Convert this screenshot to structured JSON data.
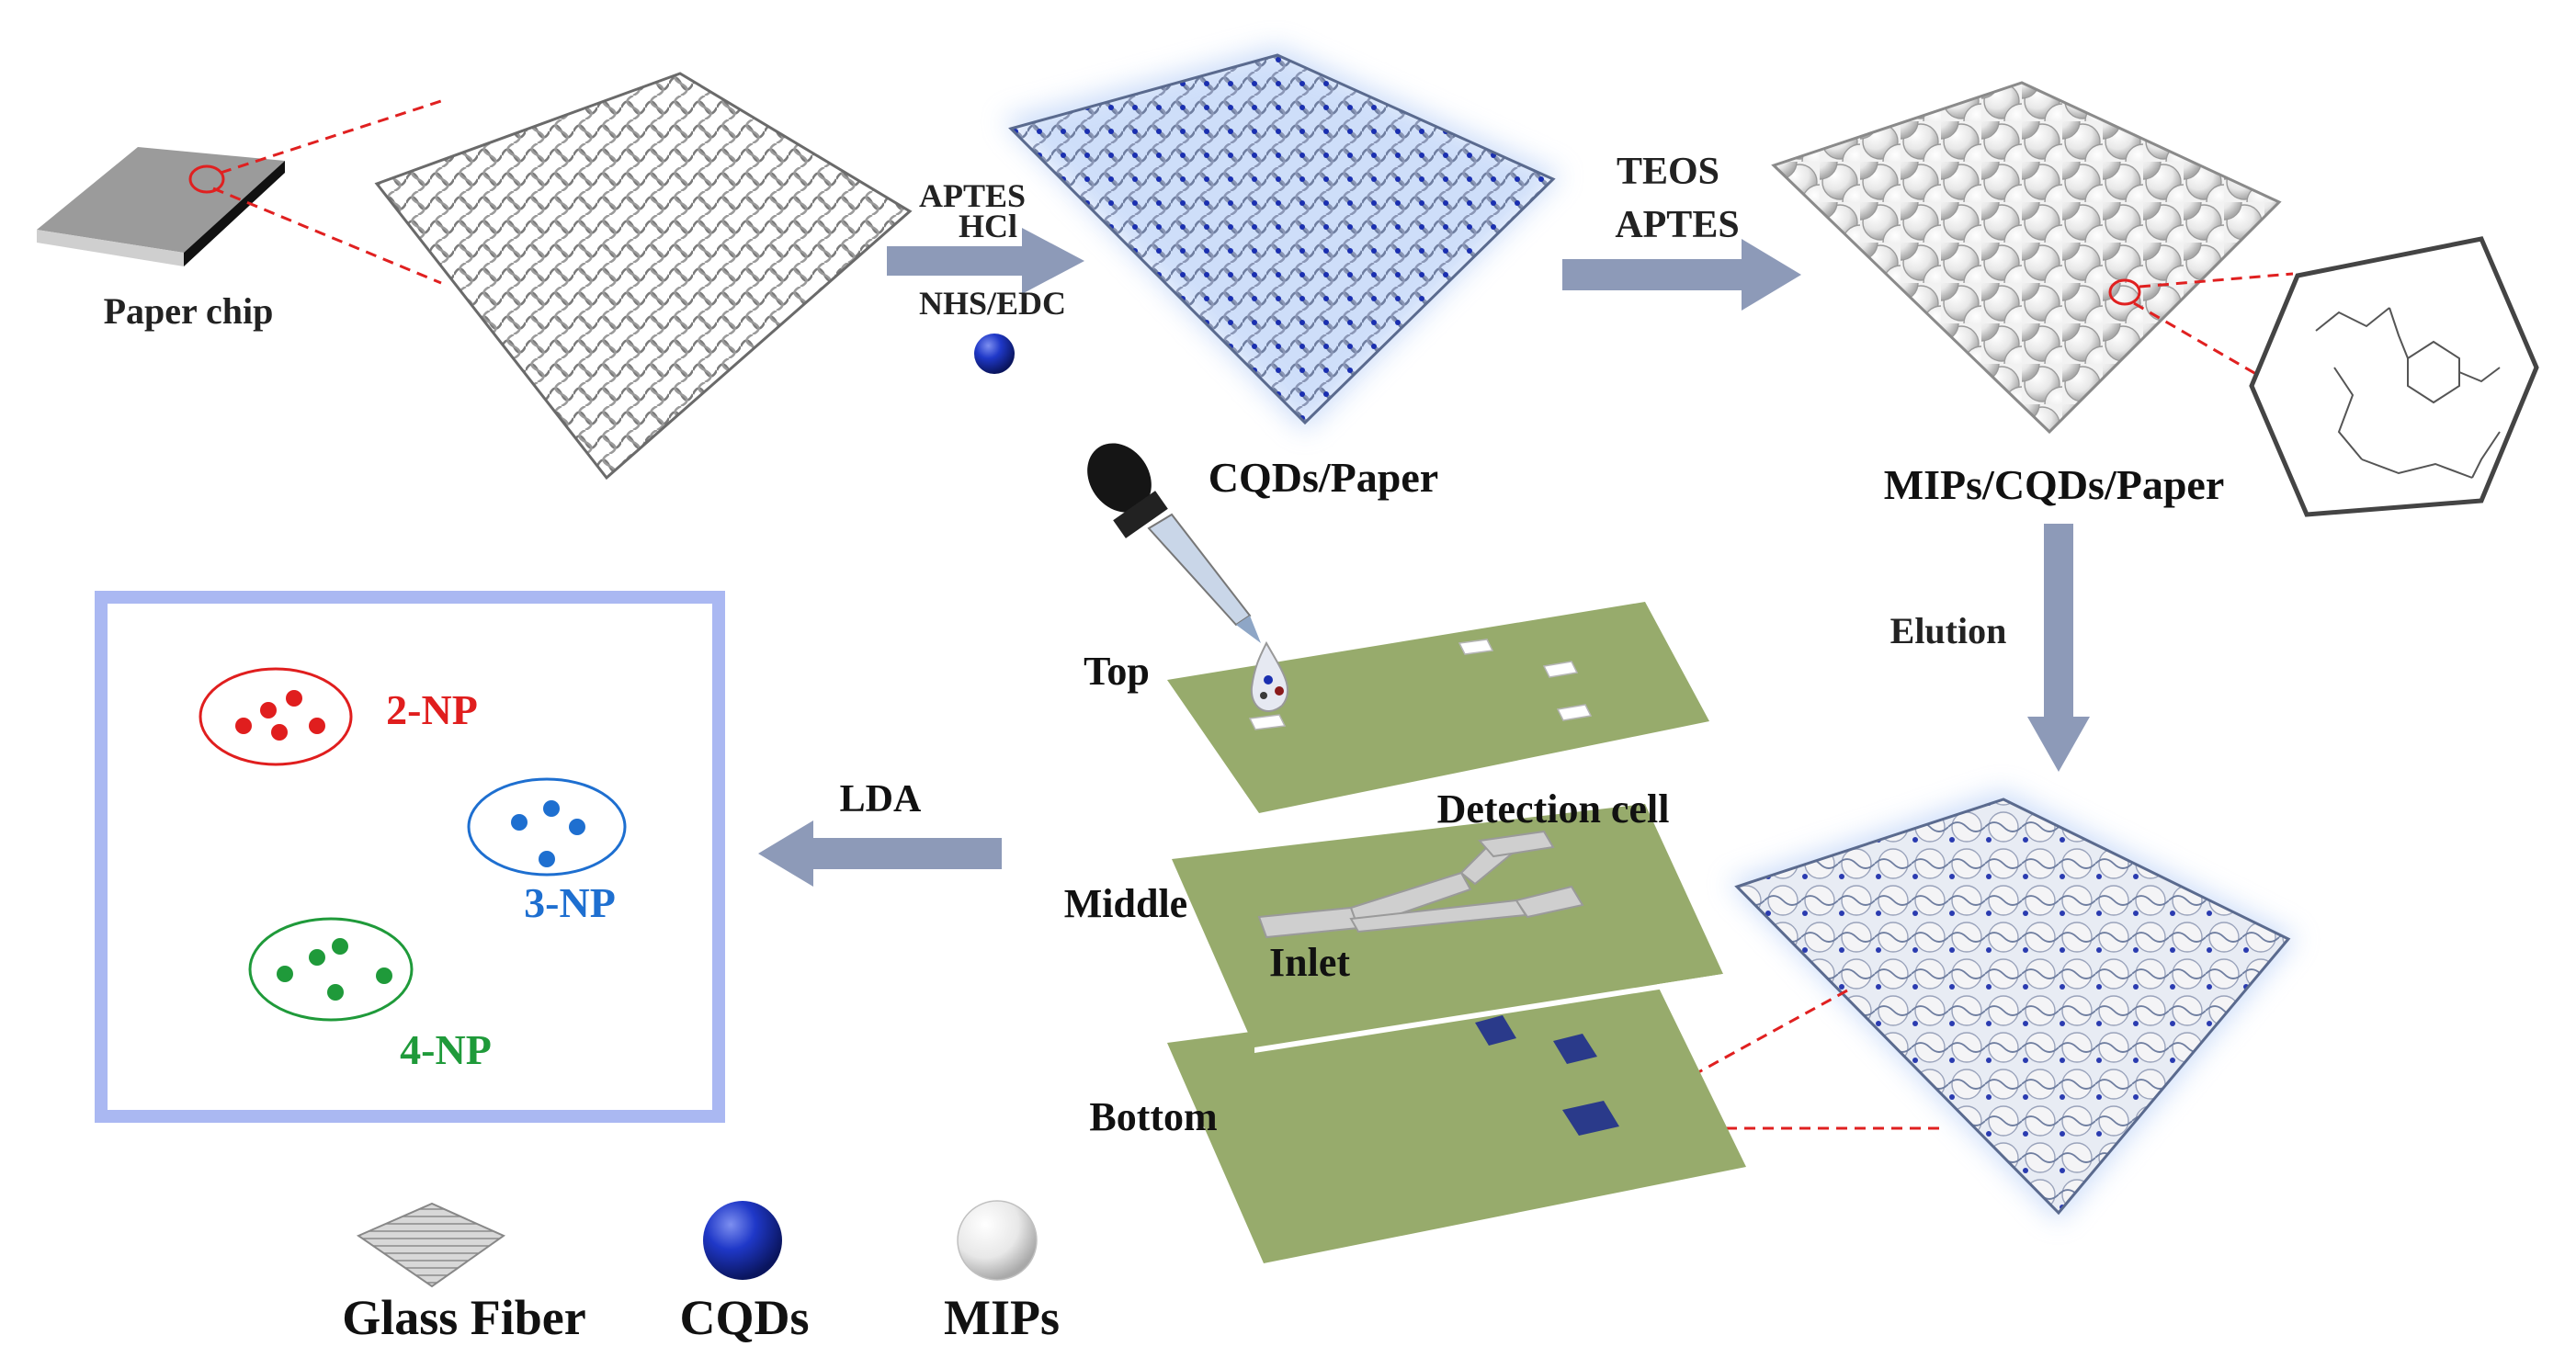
{
  "labels": {
    "paper_chip": "Paper chip",
    "aptes_hcl_1": "APTES",
    "aptes_hcl_2": "HCl",
    "nhs_edc": "NHS/EDC",
    "cqds_paper": "CQDs/Paper",
    "teos_aptes_1": "TEOS",
    "teos_aptes_2": "APTES",
    "mips_cqds_paper": "MIPs/CQDs/Paper",
    "elution": "Elution",
    "lda": "LDA",
    "top": "Top",
    "middle": "Middle",
    "bottom": "Bottom",
    "detection_cell": "Detection cell",
    "inlet": "Inlet"
  },
  "clusters": [
    {
      "label": "2-NP",
      "color": "#e01e1e"
    },
    {
      "label": "3-NP",
      "color": "#1e6fd0"
    },
    {
      "label": "4-NP",
      "color": "#1f9a3a"
    }
  ],
  "legend": [
    {
      "label": "Glass Fiber",
      "icon": "glass-fiber-icon"
    },
    {
      "label": "CQDs",
      "icon": "cqd-sphere-icon"
    },
    {
      "label": "MIPs",
      "icon": "mip-sphere-icon"
    }
  ],
  "colors": {
    "arrow": "#8d9ab8",
    "layer_green": "#97ab6c",
    "cqd_blue": "#1a2fb0",
    "callout_red": "#e02020",
    "lda_box": "#aab8f2"
  }
}
